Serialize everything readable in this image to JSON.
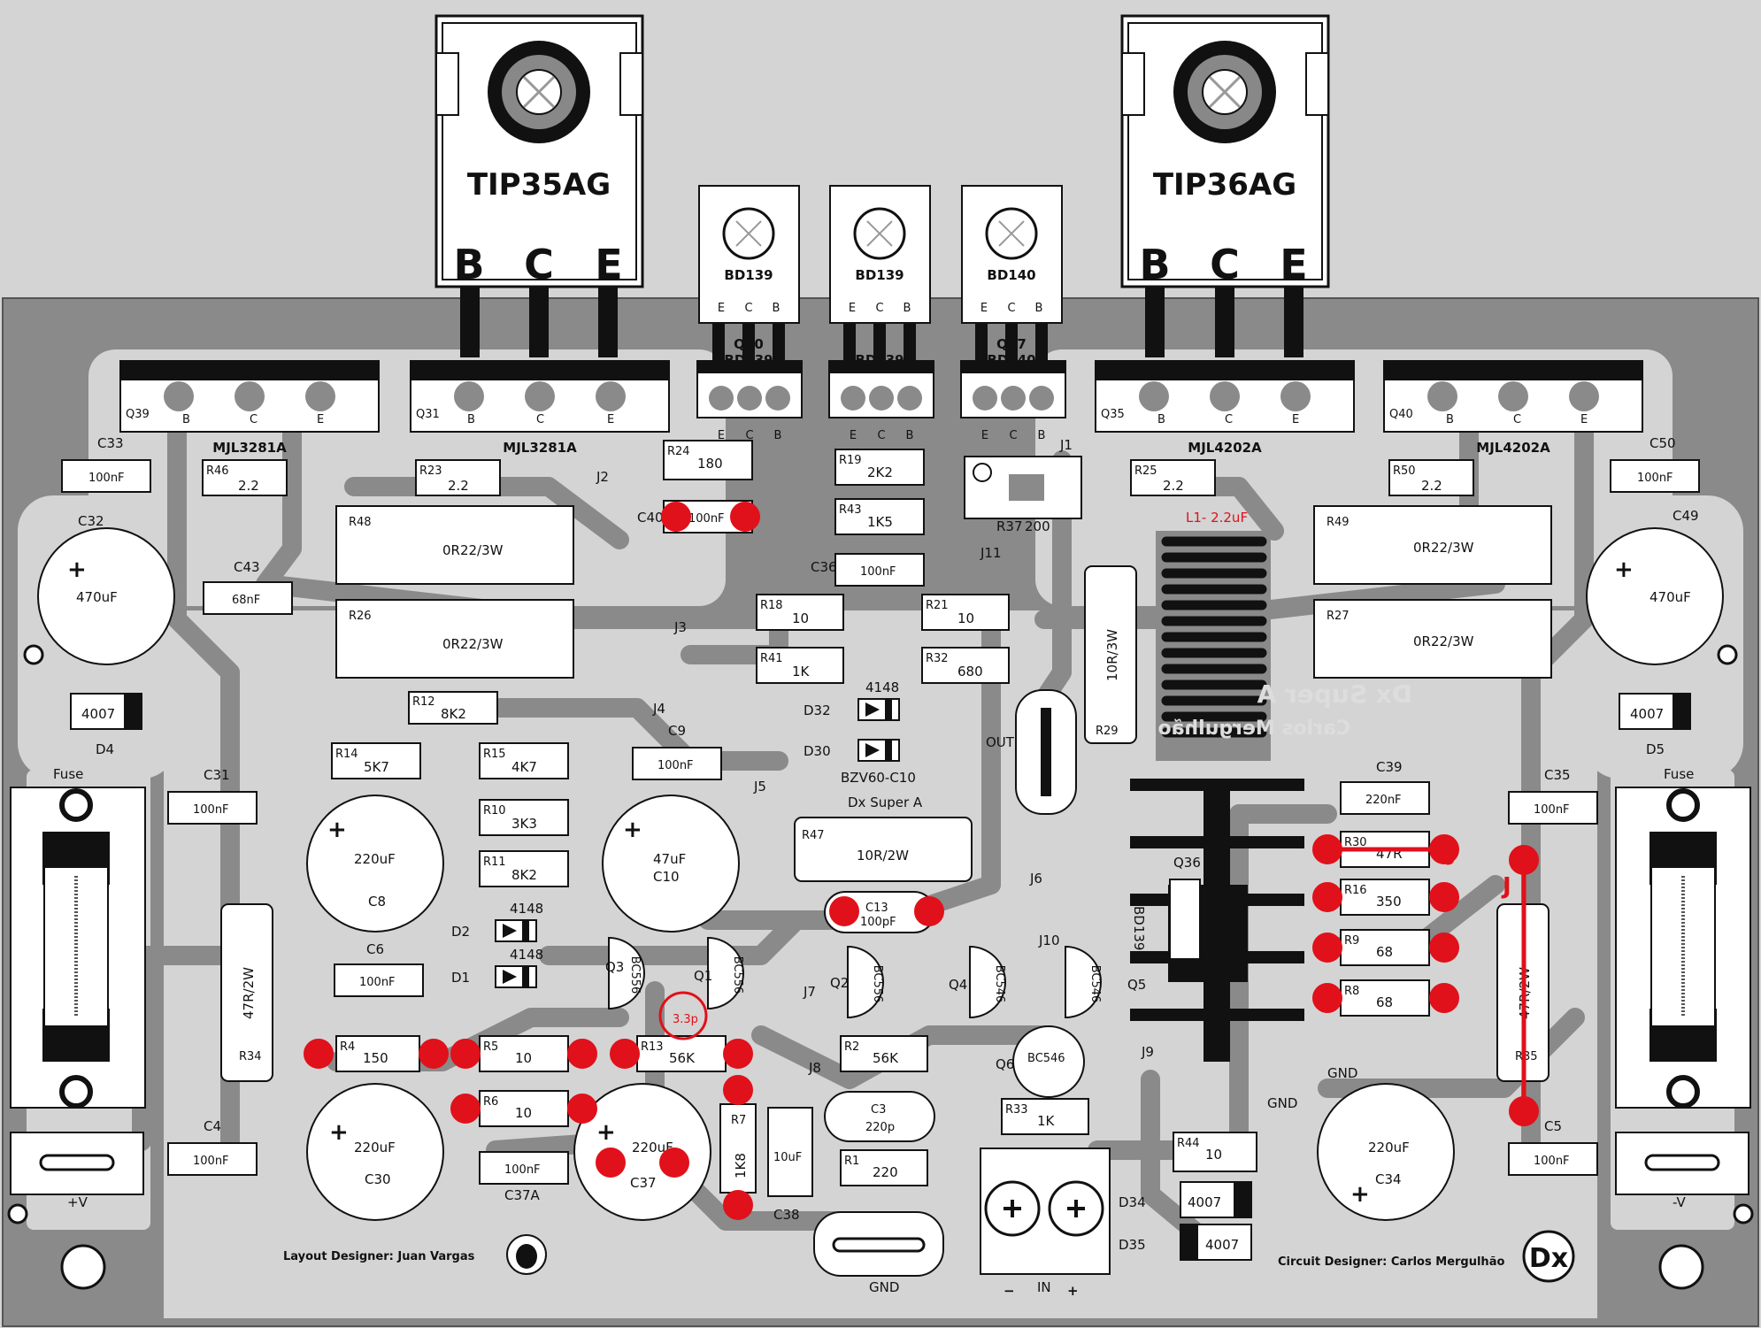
{
  "board": {
    "title": "Dx Super A",
    "author": "Carlos Mergulhão",
    "layout_credit": "Layout Designer:  Juan Vargas",
    "circuit_credit": "Circuit Designer:  Carlos Mergulhão",
    "center_label": "BZV60-C10",
    "center_sub": "Dx Super A",
    "logo": "Dx"
  },
  "colors": {
    "board": "#8a8a8a",
    "copper_free": "#d4d4d4",
    "pad_hot": "#e0111a",
    "trace": "#8a8a8a",
    "silk": "#111111"
  },
  "to247": [
    {
      "ref": "TIP35AG",
      "pins": [
        "B",
        "C",
        "E"
      ]
    },
    {
      "ref": "TIP36AG",
      "pins": [
        "B",
        "C",
        "E"
      ]
    }
  ],
  "to126": [
    {
      "ref": "BD139",
      "pins": [
        "E",
        "C",
        "B"
      ],
      "pad_ref": "Q10",
      "pad_part": "BD139"
    },
    {
      "ref": "BD139",
      "pins": [
        "E",
        "C",
        "B"
      ],
      "pad_ref": "",
      "pad_part": "BD139"
    },
    {
      "ref": "BD140",
      "pins": [
        "E",
        "C",
        "B"
      ],
      "pad_ref": "Q17",
      "pad_part": "BD140"
    }
  ],
  "power": [
    {
      "ref": "Q39",
      "part": "MJL3281A",
      "pins": [
        "B",
        "C",
        "E"
      ]
    },
    {
      "ref": "Q31",
      "part": "MJL3281A",
      "pins": [
        "B",
        "C",
        "E"
      ]
    },
    {
      "ref": "Q35",
      "part": "MJL4202A",
      "pins": [
        "B",
        "C",
        "E"
      ]
    },
    {
      "ref": "Q40",
      "part": "MJL4202A",
      "pins": [
        "B",
        "C",
        "E"
      ]
    }
  ],
  "resistors": [
    {
      "ref": "R46",
      "val": "2.2"
    },
    {
      "ref": "R23",
      "val": "2.2"
    },
    {
      "ref": "R25",
      "val": "2.2"
    },
    {
      "ref": "R50",
      "val": "2.2"
    },
    {
      "ref": "R24",
      "val": "180"
    },
    {
      "ref": "R19",
      "val": "2K2"
    },
    {
      "ref": "R43",
      "val": "1K5"
    },
    {
      "ref": "R48",
      "val": "0R22/3W"
    },
    {
      "ref": "R26",
      "val": "0R22/3W"
    },
    {
      "ref": "R49",
      "val": "0R22/3W"
    },
    {
      "ref": "R27",
      "val": "0R22/3W"
    },
    {
      "ref": "R18",
      "val": "10"
    },
    {
      "ref": "R21",
      "val": "10"
    },
    {
      "ref": "R41",
      "val": "1K"
    },
    {
      "ref": "R32",
      "val": "680"
    },
    {
      "ref": "R12",
      "val": "8K2"
    },
    {
      "ref": "R14",
      "val": "5K7"
    },
    {
      "ref": "R15",
      "val": "4K7"
    },
    {
      "ref": "R10",
      "val": "3K3"
    },
    {
      "ref": "R11",
      "val": "8K2"
    },
    {
      "ref": "R47",
      "val": "10R/2W"
    },
    {
      "ref": "R29",
      "val": "10R/3W"
    },
    {
      "ref": "R34",
      "val": "47R/2W"
    },
    {
      "ref": "R35",
      "val": "47R/2W"
    },
    {
      "ref": "R4",
      "val": "150"
    },
    {
      "ref": "R5",
      "val": "10"
    },
    {
      "ref": "R6",
      "val": "10"
    },
    {
      "ref": "R13",
      "val": "56K"
    },
    {
      "ref": "R2",
      "val": "56K"
    },
    {
      "ref": "R7",
      "val": "1K8"
    },
    {
      "ref": "R1",
      "val": "220"
    },
    {
      "ref": "R33",
      "val": "1K"
    },
    {
      "ref": "R44",
      "val": "10"
    },
    {
      "ref": "R30",
      "val": "47R"
    },
    {
      "ref": "R16",
      "val": "350"
    },
    {
      "ref": "R9",
      "val": "68"
    },
    {
      "ref": "R8",
      "val": "68"
    },
    {
      "ref": "R37",
      "val": "200"
    }
  ],
  "caps": [
    {
      "ref": "C33",
      "val": "100nF"
    },
    {
      "ref": "C50",
      "val": "100nF"
    },
    {
      "ref": "C40",
      "val": "100nF"
    },
    {
      "ref": "C36",
      "val": "100nF"
    },
    {
      "ref": "C43",
      "val": "68nF"
    },
    {
      "ref": "C9",
      "val": "100nF"
    },
    {
      "ref": "C31",
      "val": "100nF"
    },
    {
      "ref": "C35",
      "val": "100nF"
    },
    {
      "ref": "C39",
      "val": "220nF"
    },
    {
      "ref": "C6",
      "val": "100nF"
    },
    {
      "ref": "C13",
      "val": "100pF"
    },
    {
      "ref": "C3",
      "val": "220p"
    },
    {
      "ref": "C4",
      "val": "100nF"
    },
    {
      "ref": "C5",
      "val": "100nF"
    },
    {
      "ref": "C37A",
      "val": "100nF"
    },
    {
      "ref": "C38",
      "val": "10uF"
    },
    {
      "ref": "C32",
      "val": "470uF"
    },
    {
      "ref": "C49",
      "val": "470uF"
    },
    {
      "ref": "C8",
      "val": "220uF"
    },
    {
      "ref": "C10",
      "val": "47uF"
    },
    {
      "ref": "C30",
      "val": "220uF"
    },
    {
      "ref": "C37",
      "val": "220uF"
    },
    {
      "ref": "C34",
      "val": "220uF"
    }
  ],
  "semis": {
    "d32": "D32",
    "d30": "D30",
    "d2": "D2",
    "d1": "D1",
    "d4": "D4",
    "d5": "D5",
    "d34": "D34",
    "d35": "D35",
    "d4148": "4148",
    "d4007": "4007",
    "q1": "Q1",
    "q2": "Q2",
    "q3": "Q3",
    "q4": "Q4",
    "q5": "Q5",
    "q6": "Q6",
    "q36": "Q36",
    "bc556": "BC556",
    "bc546": "BC546",
    "bd139": "BD139"
  },
  "labels": {
    "l1": "L1- 2.2uF",
    "out": "OUT",
    "fuse": "Fuse",
    "vplus": "+V",
    "vminus": "-V",
    "gnd": "GND",
    "in": "IN",
    "minus": "−",
    "plus": "+",
    "cap33p": "3.3p",
    "j": "J",
    "j1": "J1",
    "j2": "J2",
    "j3": "J3",
    "j4": "J4",
    "j5": "J5",
    "j6": "J6",
    "j7": "J7",
    "j8": "J8",
    "j9": "J9",
    "j10": "J10",
    "j11": "J11"
  }
}
